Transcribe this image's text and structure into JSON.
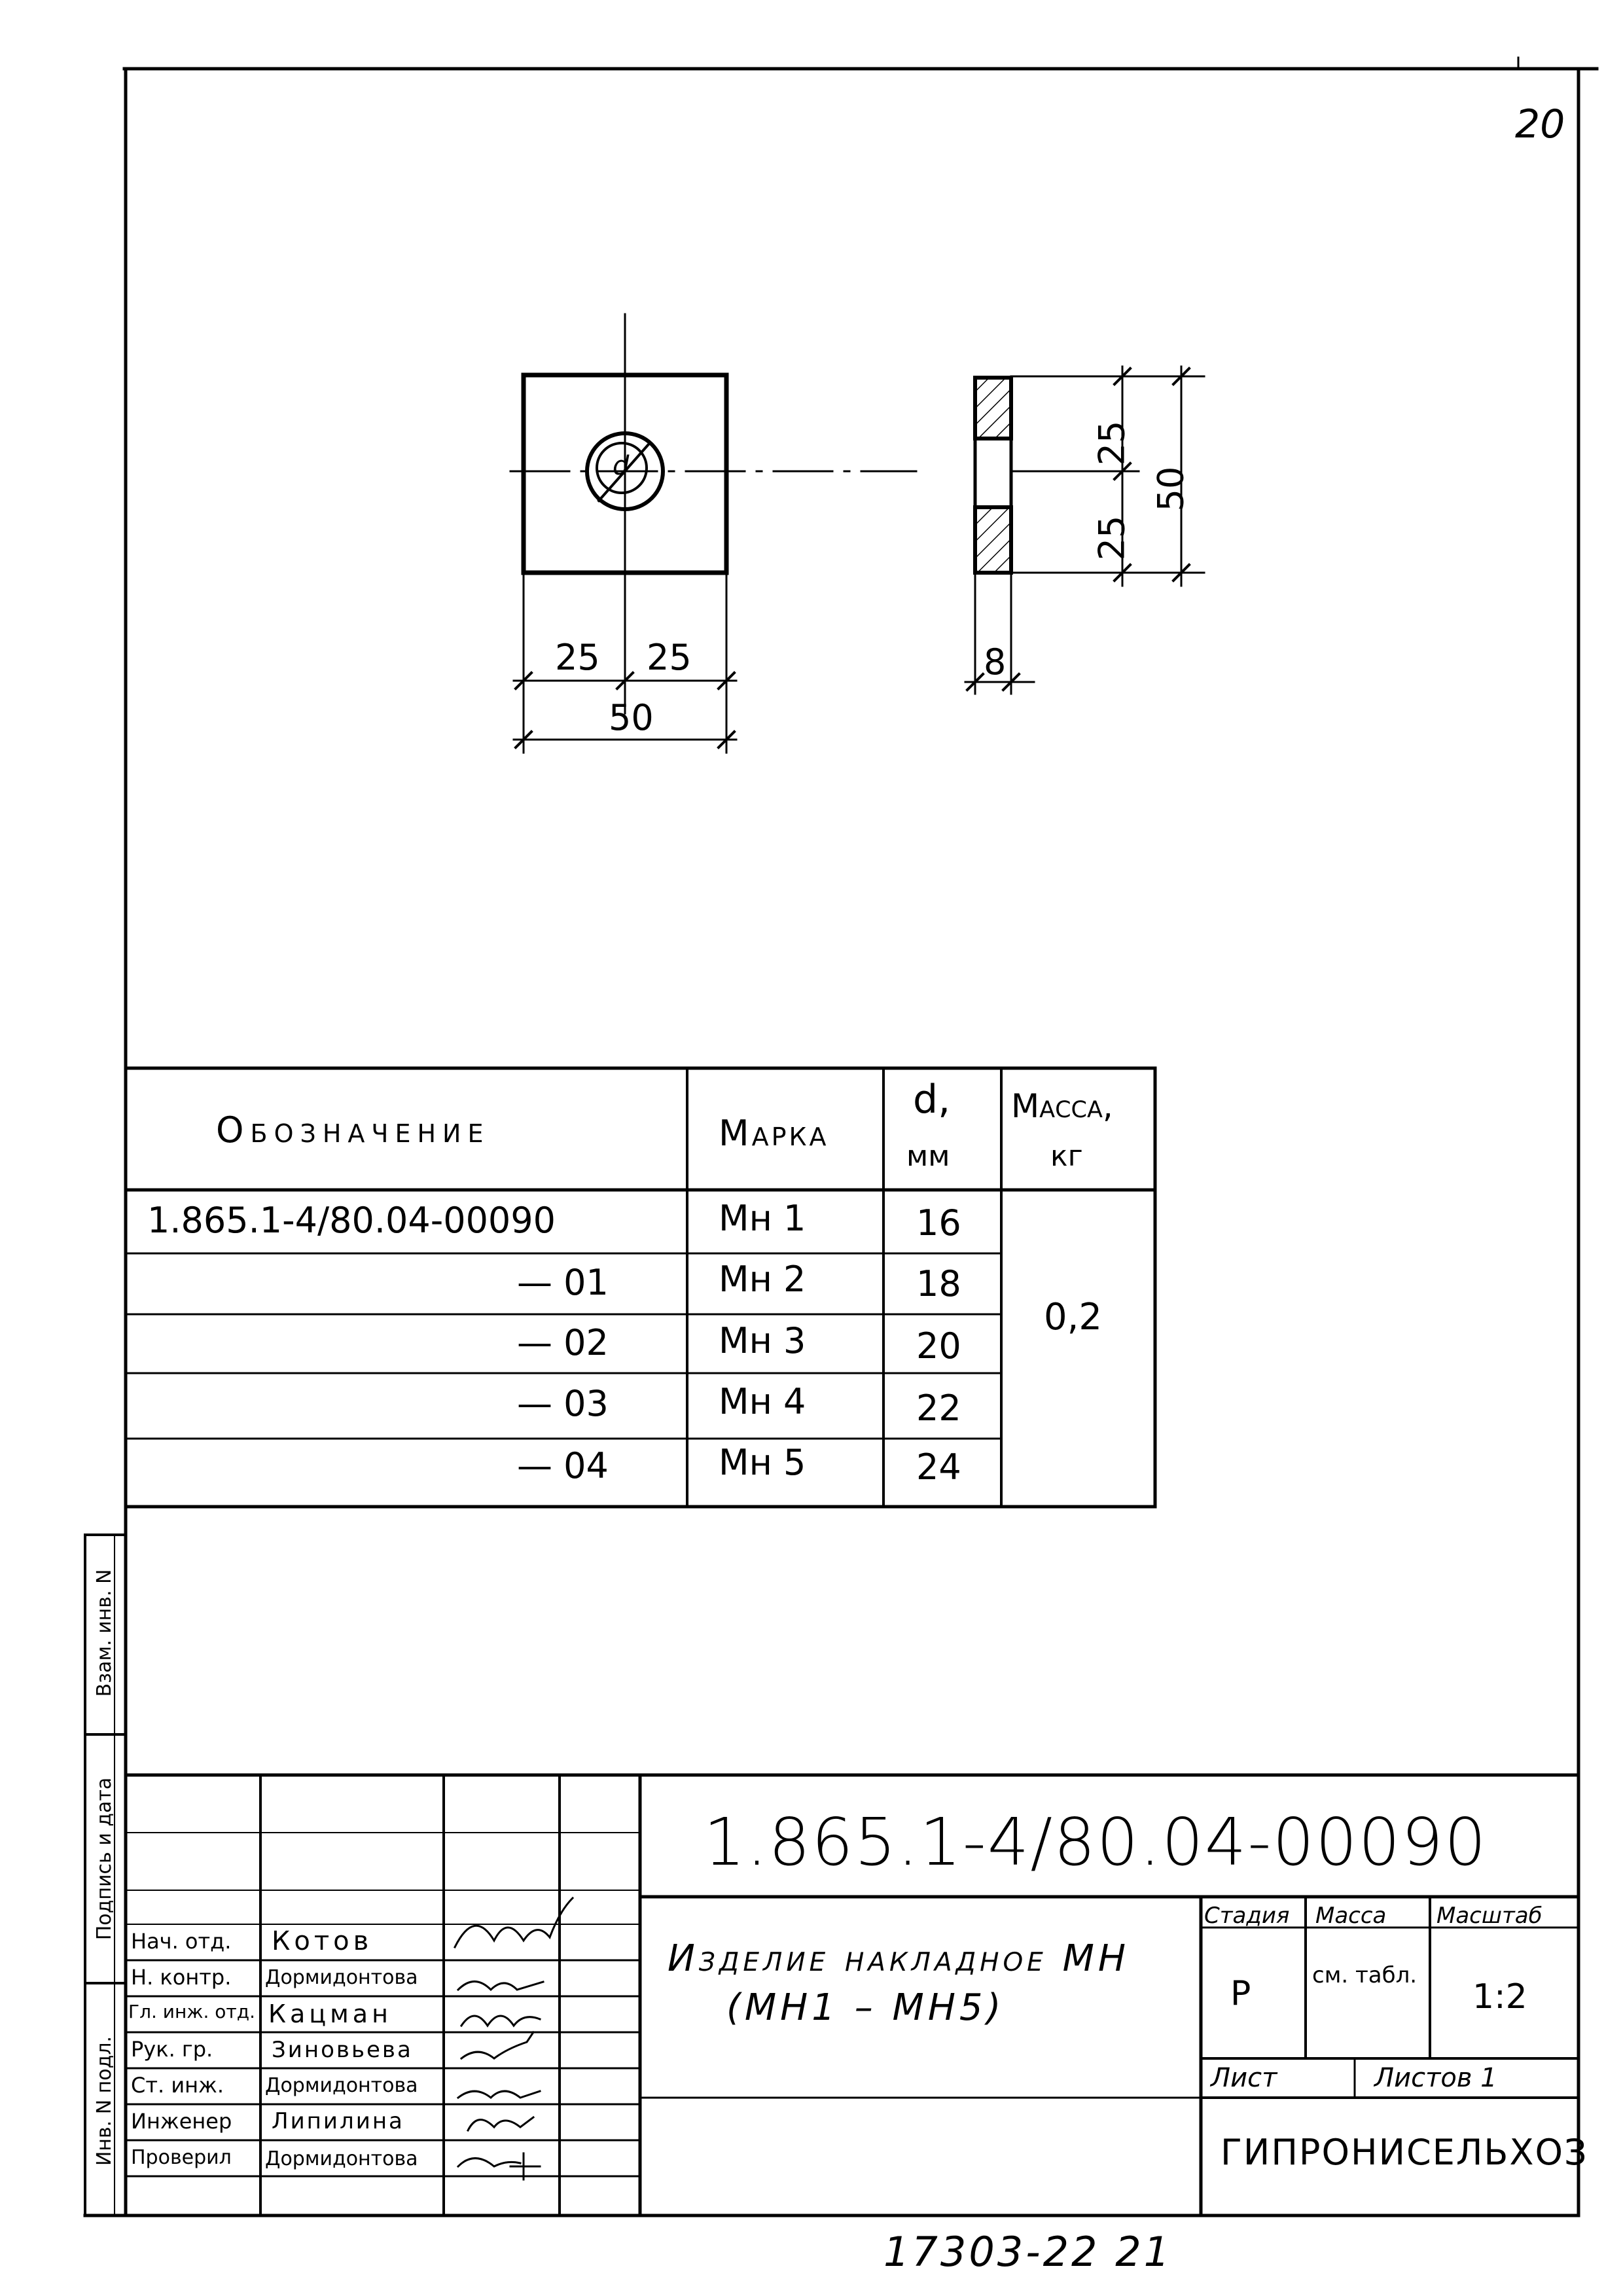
{
  "sheet_number_corner": "20",
  "drawing": {
    "front_view": {
      "dims": {
        "left_half": "25",
        "right_half": "25",
        "total": "50"
      },
      "hole_label": "d"
    },
    "side_view": {
      "dims": {
        "upper": "25",
        "lower": "25",
        "total": "50",
        "thickness": "8"
      }
    }
  },
  "spec_table": {
    "headers": {
      "designation": "Обозначение",
      "mark": "Марка",
      "d_symbol": "d,",
      "d_unit": "мм",
      "mass": "Масса,",
      "mass_unit": "кг"
    },
    "rows": [
      {
        "designation": "1.865.1-4/80.04-00090",
        "mark": "Мн 1",
        "d": "16"
      },
      {
        "designation": "— 01",
        "mark": "Мн 2",
        "d": "18"
      },
      {
        "designation": "— 02",
        "mark": "Мн 3",
        "d": "20"
      },
      {
        "designation": "— 03",
        "mark": "Мн 4",
        "d": "22"
      },
      {
        "designation": "— 04",
        "mark": "Мн 5",
        "d": "24"
      }
    ],
    "mass_value": "0,2"
  },
  "side_stamp": {
    "cells": [
      "Взам. инв. N",
      "Подпись и дата",
      "Инв. N подл."
    ]
  },
  "title_block": {
    "document_code": "1.865.1-4/80.04-00090",
    "product_name_line1": "Изделие накладное МН",
    "product_name_line2": "(МН1 – МН5)",
    "headers": {
      "stage": "Стадия",
      "mass": "Масса",
      "scale": "Масштаб"
    },
    "values": {
      "stage": "Р",
      "mass": "см. табл.",
      "scale": "1:2"
    },
    "sheet_label": "Лист",
    "sheets_label": "Листов 1",
    "organization": "ГИПРОНИСЕЛЬХОЗ",
    "personnel": [
      {
        "role": "Нач. отд.",
        "name": "Котов"
      },
      {
        "role": "Н. контр.",
        "name": "Дормидонтова"
      },
      {
        "role": "Гл. инж. отд.",
        "name": "Кацман"
      },
      {
        "role": "Рук. гр.",
        "name": "Зиновьева"
      },
      {
        "role": "Ст. инж.",
        "name": "Дормидонтова"
      },
      {
        "role": "Инженер",
        "name": "Липилина"
      },
      {
        "role": "Проверил",
        "name": "Дормидонтова"
      }
    ]
  },
  "bottom_number": "17303-22  21"
}
